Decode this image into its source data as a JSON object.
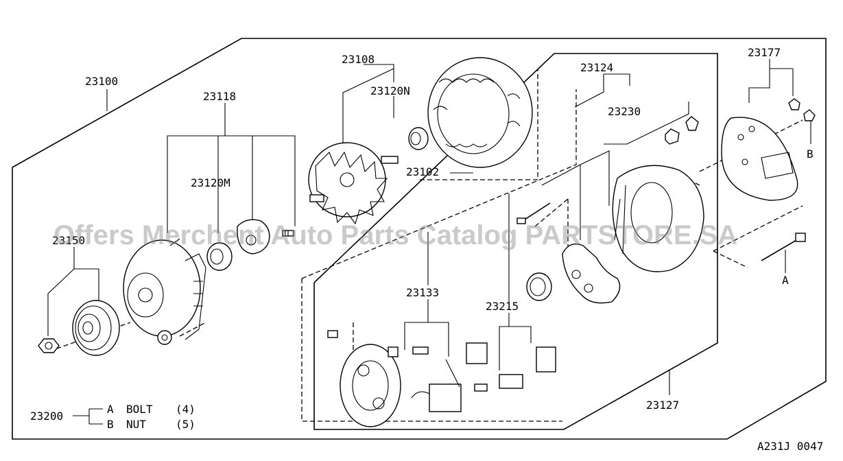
{
  "diagram": {
    "watermark": "Offers Merchent Auto Parts Catalog PARTSTORE.SA",
    "figure_code": "A231J 0047",
    "part_labels": {
      "p23100": "23100",
      "p23118": "23118",
      "p23108": "23108",
      "p23120N": "23120N",
      "p23102": "23102",
      "p23124": "23124",
      "p23230": "23230",
      "p23177": "23177",
      "p23120M": "23120M",
      "p23150": "23150",
      "p23133": "23133",
      "p23215": "23215",
      "p23127": "23127",
      "refB": "B",
      "refA": "A"
    },
    "legend": {
      "part_no": "23200",
      "rows": [
        {
          "key": "A",
          "name": "BOLT",
          "qty": "(4)"
        },
        {
          "key": "B",
          "name": "NUT",
          "qty": "(5)"
        }
      ]
    }
  }
}
